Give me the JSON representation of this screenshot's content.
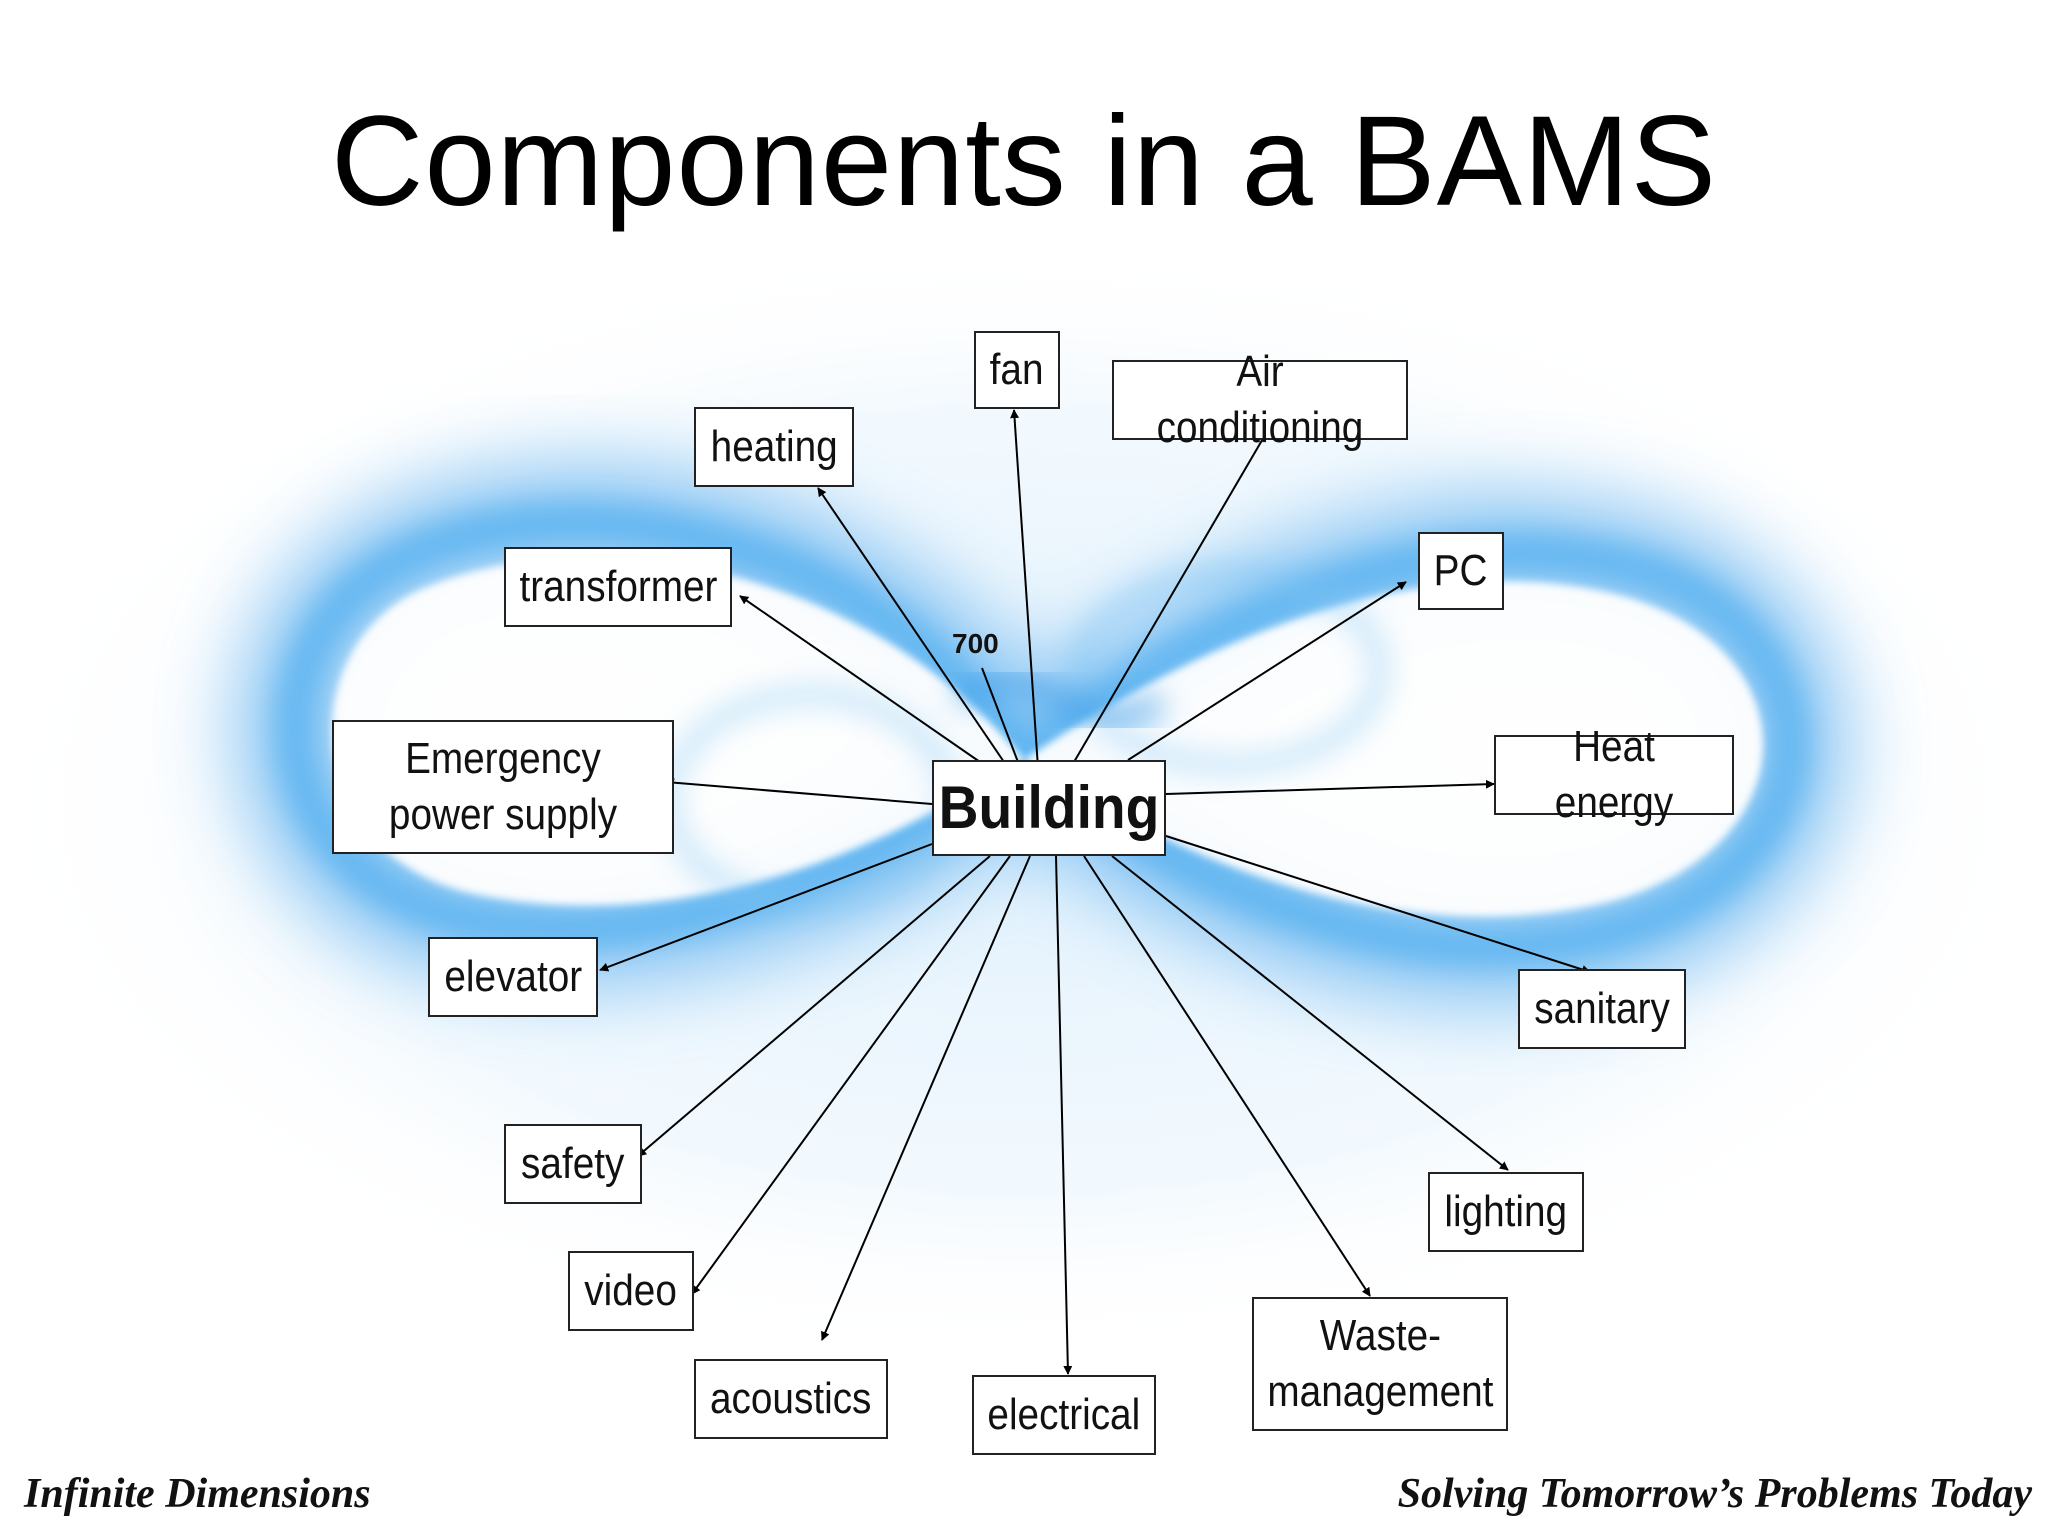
{
  "title": "Components in a BAMS",
  "center": "Building",
  "annotation": "700",
  "components": [
    "fan",
    "Air conditioning",
    "heating",
    "PC",
    "transformer",
    "Emergency power supply",
    "Heat energy",
    "elevator",
    "sanitary",
    "safety",
    "lighting",
    "video",
    "Waste-\nmanagement",
    "acoustics",
    "electrical"
  ],
  "footer": {
    "left": "Infinite Dimensions",
    "right": "Solving Tomorrow’s Problems Today"
  },
  "colors": {
    "glow": "#4aa8ee",
    "accent": "#1f7fd6"
  }
}
